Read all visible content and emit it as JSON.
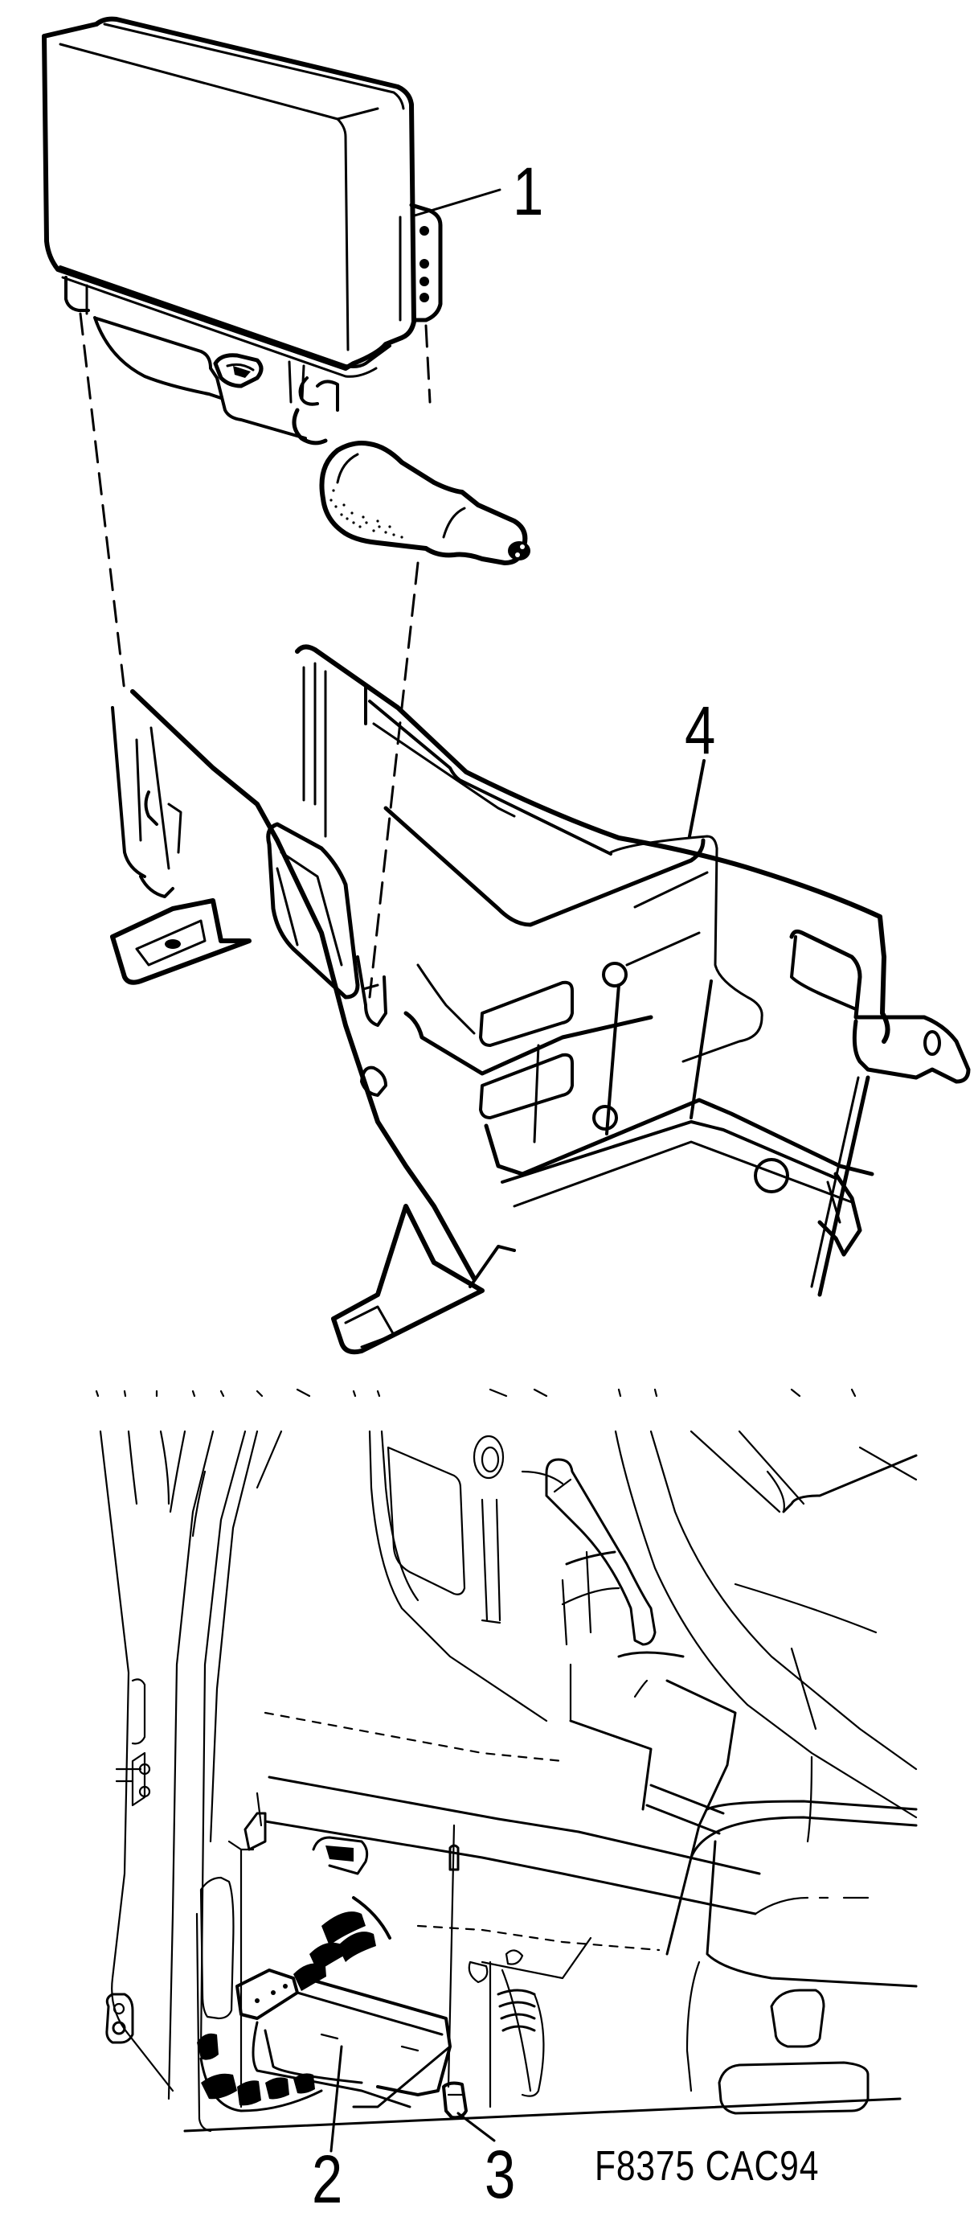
{
  "figure": {
    "type": "exploded-assembly-and-installation-view",
    "panels": [
      {
        "id": "top",
        "description": "Control unit separated from its mounting bracket, with connector plug and dashed alignment lines",
        "callouts": [
          {
            "label": "1",
            "part": "control-unit"
          },
          {
            "label": "4",
            "part": "mounting-bracket"
          }
        ]
      },
      {
        "id": "bottom",
        "description": "Installed location under the dashboard near the door pillar and floor",
        "callouts": [
          {
            "label": "2",
            "part": "control-unit-installed"
          },
          {
            "label": "3",
            "part": "nut"
          }
        ]
      }
    ],
    "callout_labels": {
      "c1": "1",
      "c2": "2",
      "c3": "3",
      "c4": "4"
    },
    "reference_code": "F8375 CAC94",
    "colors": {
      "line": "#000000",
      "background": "#ffffff"
    }
  }
}
